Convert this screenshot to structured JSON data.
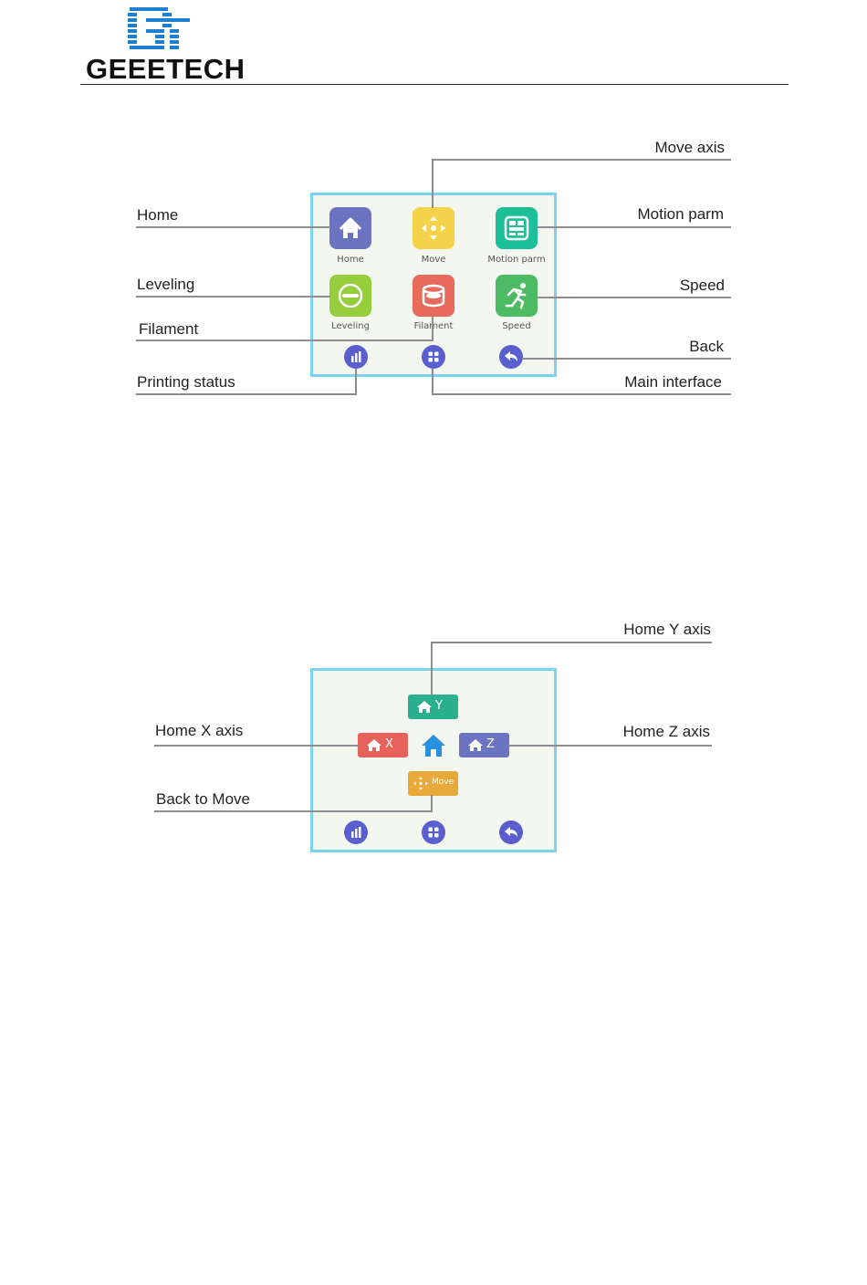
{
  "header": {
    "brand": "GEEETECH",
    "colors": {
      "logo_blue": "#1d7fd0",
      "rule": "#333333"
    }
  },
  "figure1": {
    "screen_icons": [
      {
        "label": "Home",
        "icon": "house-icon",
        "color": "#6a74c0"
      },
      {
        "label": "Move",
        "icon": "four-arrows-icon",
        "color": "#f4d24a"
      },
      {
        "label": "Motion parm",
        "icon": "panel-icon",
        "color": "#1dbf98"
      },
      {
        "label": "Leveling",
        "icon": "level-icon",
        "color": "#96cd3c"
      },
      {
        "label": "Filament",
        "icon": "spool-icon",
        "color": "#e76a5c"
      },
      {
        "label": "Speed",
        "icon": "runner-icon",
        "color": "#4cbb63"
      }
    ],
    "nav_icons": [
      "bar-chart-icon",
      "grid-icon",
      "back-arrow-icon"
    ],
    "callouts": {
      "move_axis": "Move axis",
      "home": "Home",
      "motion_parm": "Motion parm",
      "leveling": "Leveling",
      "speed": "Speed",
      "filament": "Filament",
      "back": "Back",
      "printing_status": "Printing status",
      "main_interface": "Main interface"
    }
  },
  "figure2": {
    "buttons": {
      "home_y": {
        "axis": "Y",
        "color": "#2bb08f",
        "icon": "house-icon"
      },
      "home_x": {
        "axis": "X",
        "color": "#e7625a",
        "icon": "house-icon"
      },
      "home_all": {
        "icon": "house-icon",
        "color": "#2b8fe0"
      },
      "home_z": {
        "axis": "Z",
        "color": "#6a74c0",
        "icon": "house-icon"
      },
      "move": {
        "label": "Move",
        "color": "#e9a83a",
        "icon": "four-arrows-icon"
      }
    },
    "nav_icons": [
      "bar-chart-icon",
      "grid-icon",
      "back-arrow-icon"
    ],
    "callouts": {
      "home_y_axis": "Home Y axis",
      "home_x_axis": "Home X axis",
      "home_z_axis": "Home Z axis",
      "back_to_move": "Back to Move"
    }
  }
}
